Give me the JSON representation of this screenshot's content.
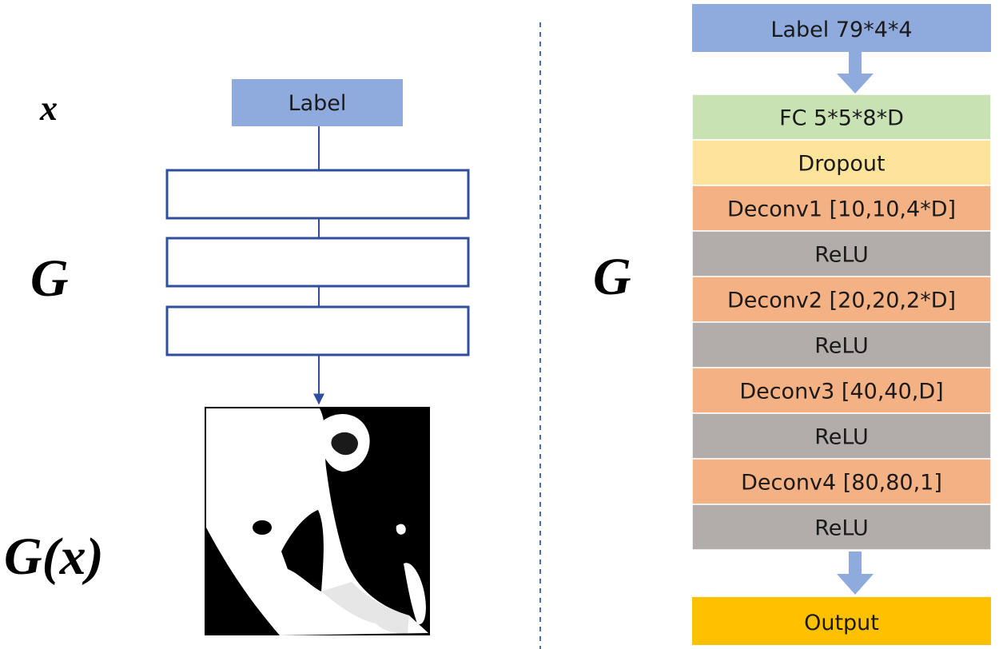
{
  "left_panel": {
    "input_symbol": "x",
    "generator_symbol": "G",
    "output_symbol": "G(x)",
    "label_box": "Label",
    "output_image": "generated binary image"
  },
  "right_panel": {
    "generator_symbol": "G",
    "input_box": "Label 79*4*4",
    "layers": [
      {
        "text": "FC 5*5*8*D",
        "color": "#c9e2b4"
      },
      {
        "text": "Dropout",
        "color": "#fde49a"
      },
      {
        "text": "Deconv1 [10,10,4*D]",
        "color": "#f4b184"
      },
      {
        "text": "ReLU",
        "color": "#b2adab"
      },
      {
        "text": "Deconv2 [20,20,2*D]",
        "color": "#f4b184"
      },
      {
        "text": "ReLU",
        "color": "#b2adab"
      },
      {
        "text": "Deconv3 [40,40,D]",
        "color": "#f4b184"
      },
      {
        "text": "ReLU",
        "color": "#b2adab"
      },
      {
        "text": "Deconv4 [80,80,1]",
        "color": "#f4b184"
      },
      {
        "text": "ReLU",
        "color": "#b2adab"
      }
    ],
    "output_box": "Output"
  },
  "colors": {
    "label_blue": "#8faadc",
    "outline_blue": "#2f4f9e",
    "arrow_blue": "#8faadc",
    "output_gold": "#ffc000",
    "divider": "#4a6bb8"
  }
}
